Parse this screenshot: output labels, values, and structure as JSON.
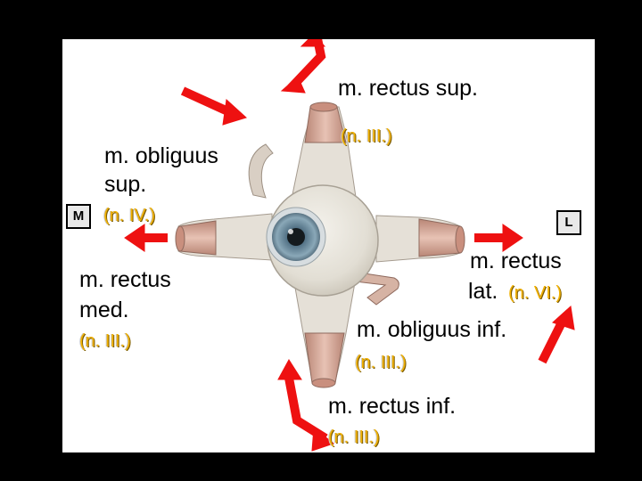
{
  "labels": {
    "rectus_sup": "m. rectus sup.",
    "rectus_sup_nerve": "(n. III.)",
    "obliquus_sup_line1": "m. obliguus",
    "obliquus_sup_line2": "sup.",
    "obliquus_sup_nerve": "(n. IV.)",
    "rectus_med_line1": "m. rectus",
    "rectus_med_line2": "med.",
    "rectus_med_nerve": "(n. III.)",
    "rectus_lat_line1": "m. rectus",
    "rectus_lat_line2": "lat.",
    "rectus_lat_nerve": "(n. VI.)",
    "obliquus_inf": "m. obliguus inf.",
    "obliquus_inf_nerve": "(n. III.)",
    "rectus_inf": "m. rectus inf.",
    "rectus_inf_nerve": "(n. III.)"
  },
  "side_tags": {
    "medial": "M",
    "lateral": "L"
  },
  "colors": {
    "background": "#000000",
    "panel": "#ffffff",
    "arrow": "#ee1111",
    "nerve_text": "#f0b000",
    "muscle": "#d8a89a",
    "tendon": "#e8e4dc",
    "iris": "#6f8ea0"
  }
}
